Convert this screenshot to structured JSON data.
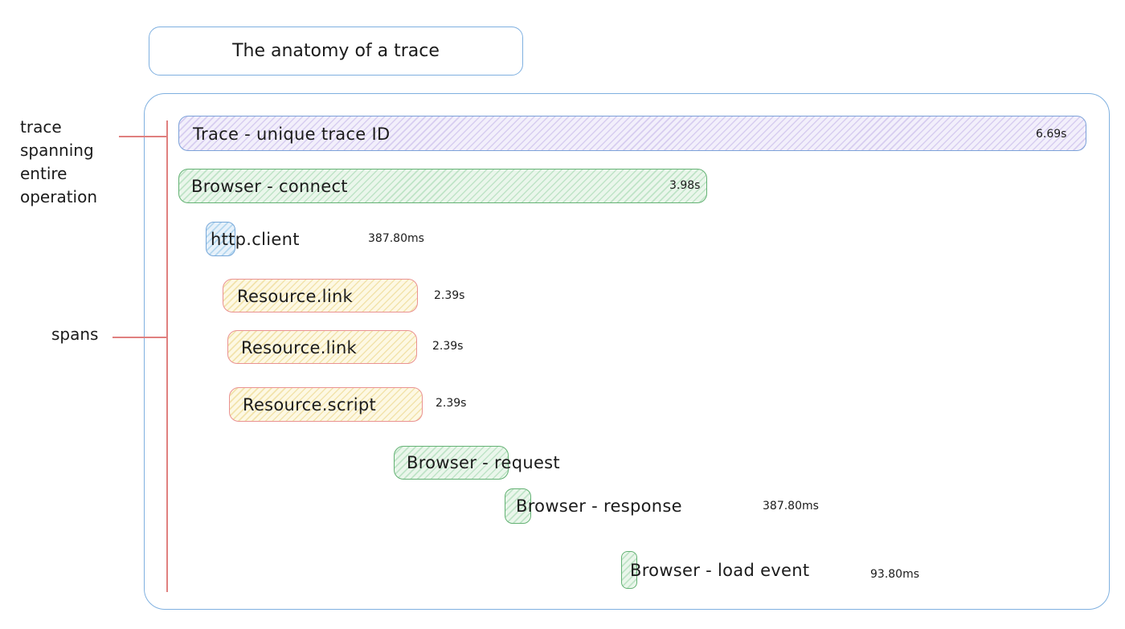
{
  "title": "The anatomy of a trace",
  "annotations": {
    "trace_note_lines": [
      "trace",
      "spanning",
      "entire",
      "operation"
    ],
    "spans_note": "spans"
  },
  "spans": [
    {
      "label": "Trace - unique trace ID",
      "duration": "6.69s",
      "color": "purple"
    },
    {
      "label": "Browser - connect",
      "duration": "3.98s",
      "color": "green"
    },
    {
      "label": "http.client",
      "duration": "387.80ms",
      "color": "blue"
    },
    {
      "label": "Resource.link",
      "duration": "2.39s",
      "color": "yellow"
    },
    {
      "label": "Resource.link",
      "duration": "2.39s",
      "color": "yellow"
    },
    {
      "label": "Resource.script",
      "duration": "2.39s",
      "color": "yellow"
    },
    {
      "label": "Browser - request",
      "color": "green"
    },
    {
      "label": "Browser - response",
      "duration": "387.80ms",
      "color": "green"
    },
    {
      "label": "Browser - load event",
      "duration": "93.80ms",
      "color": "green"
    }
  ],
  "colors": {
    "container_border": "#7fb0e0",
    "annotation_red": "#e0807f",
    "purple_fill": "#f2effb",
    "purple_border": "#7da2d9",
    "green_fill": "#eaf6eb",
    "green_border": "#64b274",
    "blue_fill": "#e7f1fa",
    "blue_border": "#77a8da",
    "yellow_fill": "#fdf8e3",
    "yellow_border": "#ea9292",
    "text": "#1b1b1b"
  }
}
